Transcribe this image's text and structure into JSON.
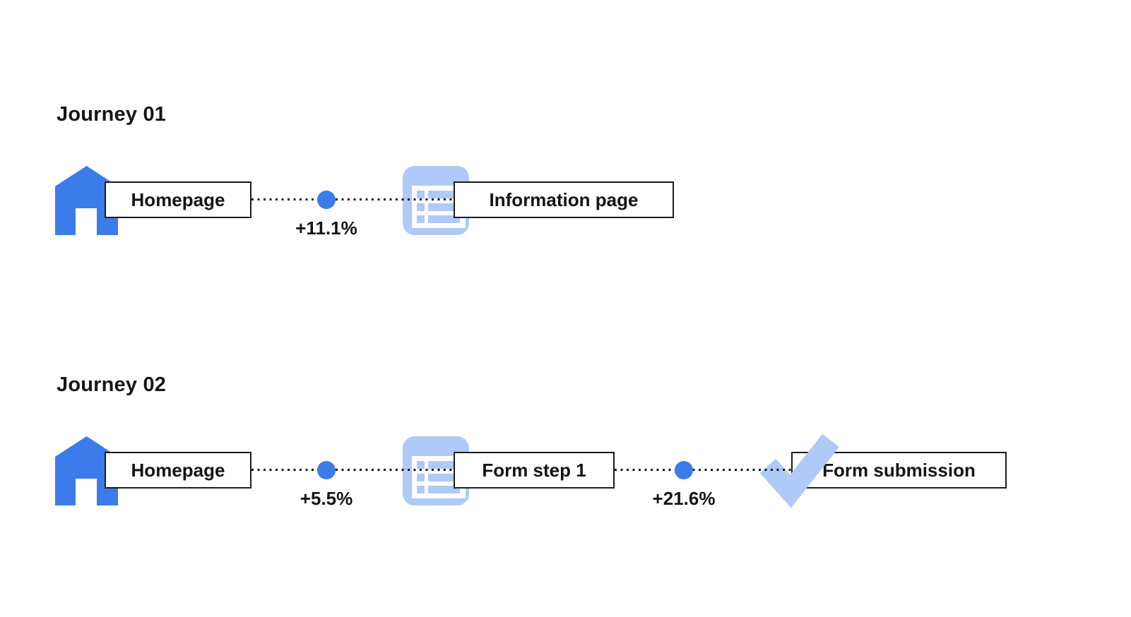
{
  "colors": {
    "primary_blue": "#3c7bea",
    "light_blue": "#afc9f8",
    "box_border": "#1c1c1c",
    "text": "#141414",
    "dotted_line": "#151515"
  },
  "journeys": [
    {
      "title": "Journey 01",
      "steps": [
        {
          "label": "Homepage",
          "icon": "home-icon"
        },
        {
          "label": "Information page",
          "icon": "list-page-icon"
        }
      ],
      "transitions": [
        {
          "delta": "+11.1%"
        }
      ]
    },
    {
      "title": "Journey 02",
      "steps": [
        {
          "label": "Homepage",
          "icon": "home-icon"
        },
        {
          "label": "Form step 1",
          "icon": "list-page-icon"
        },
        {
          "label": "Form submission",
          "icon": "check-icon"
        }
      ],
      "transitions": [
        {
          "delta": "+5.5%"
        },
        {
          "delta": "+21.6%"
        }
      ]
    }
  ]
}
